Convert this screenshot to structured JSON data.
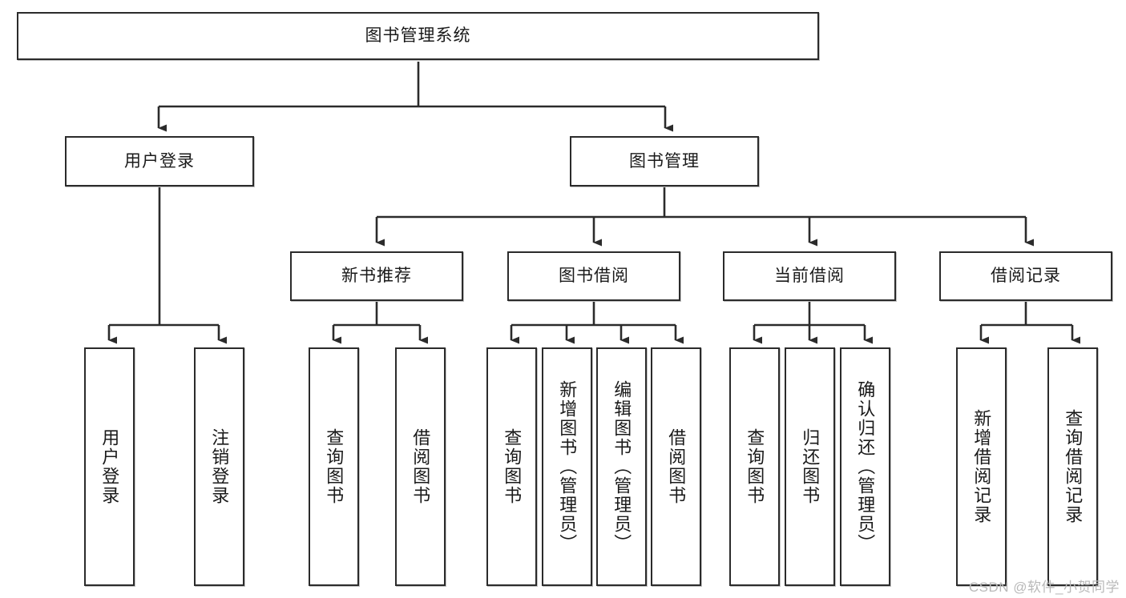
{
  "diagram": {
    "title": "图书管理系统",
    "type": "hierarchy-tree",
    "colors": {
      "node_border": "#2b2b2b",
      "node_fill": "#ffffff",
      "edge": "#2b2b2b",
      "watermark": "#b9b9b9",
      "background": "#ffffff"
    },
    "root": {
      "label": "图书管理系统"
    },
    "level2": [
      {
        "label": "用户登录"
      },
      {
        "label": "图书管理"
      }
    ],
    "level3": [
      {
        "label": "新书推荐"
      },
      {
        "label": "图书借阅"
      },
      {
        "label": "当前借阅"
      },
      {
        "label": "借阅记录"
      }
    ],
    "leaves": {
      "user_login": [
        {
          "label": "用户登录"
        },
        {
          "label": "注销登录"
        }
      ],
      "new_book_recommend": [
        {
          "label": "查询图书"
        },
        {
          "label": "借阅图书"
        }
      ],
      "book_borrow": [
        {
          "label": "查询图书"
        },
        {
          "label": "新增图书（管理员）"
        },
        {
          "label": "编辑图书（管理员）"
        },
        {
          "label": "借阅图书"
        }
      ],
      "current_borrow": [
        {
          "label": "查询图书"
        },
        {
          "label": "归还图书"
        },
        {
          "label": "确认归还（管理员）"
        }
      ],
      "borrow_record": [
        {
          "label": "新增借阅记录"
        },
        {
          "label": "查询借阅记录"
        }
      ]
    }
  },
  "watermark": {
    "text": "CSDN @软件_小贺同学"
  }
}
